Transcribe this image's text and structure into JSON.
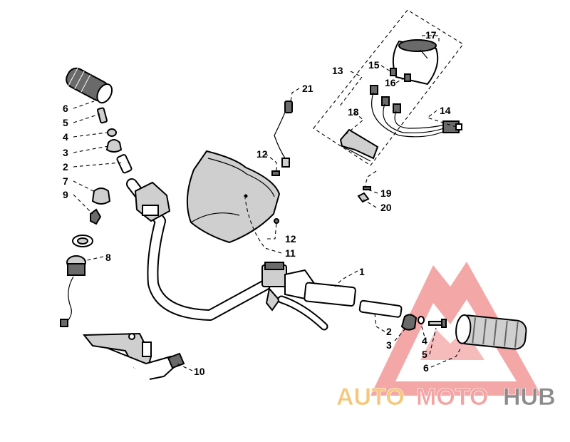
{
  "diagram": {
    "callouts": [
      {
        "id": "c1",
        "text": "1"
      },
      {
        "id": "c2l",
        "text": "2"
      },
      {
        "id": "c3l",
        "text": "3"
      },
      {
        "id": "c4l",
        "text": "4"
      },
      {
        "id": "c5l",
        "text": "5"
      },
      {
        "id": "c6l",
        "text": "6"
      },
      {
        "id": "c7",
        "text": "7"
      },
      {
        "id": "c8",
        "text": "8"
      },
      {
        "id": "c9",
        "text": "9"
      },
      {
        "id": "c10",
        "text": "10"
      },
      {
        "id": "c11",
        "text": "11"
      },
      {
        "id": "c12a",
        "text": "12"
      },
      {
        "id": "c12b",
        "text": "12"
      },
      {
        "id": "c13",
        "text": "13"
      },
      {
        "id": "c14",
        "text": "14"
      },
      {
        "id": "c15",
        "text": "15"
      },
      {
        "id": "c16",
        "text": "16"
      },
      {
        "id": "c17",
        "text": "17"
      },
      {
        "id": "c18",
        "text": "18"
      },
      {
        "id": "c19",
        "text": "19"
      },
      {
        "id": "c20",
        "text": "20"
      },
      {
        "id": "c21",
        "text": "21"
      },
      {
        "id": "c2r",
        "text": "2"
      },
      {
        "id": "c3r",
        "text": "3"
      },
      {
        "id": "c4r",
        "text": "4"
      },
      {
        "id": "c5r",
        "text": "5"
      },
      {
        "id": "c6r",
        "text": "6"
      }
    ]
  },
  "watermark": {
    "auto": "AUTO",
    "moto": "MOTO",
    "hub": "HUB",
    "colors": {
      "auto": "#f6c77a",
      "moto": "#f4a3a3",
      "hub": "#8c8c8c",
      "triangle": "#f08a8a"
    }
  }
}
